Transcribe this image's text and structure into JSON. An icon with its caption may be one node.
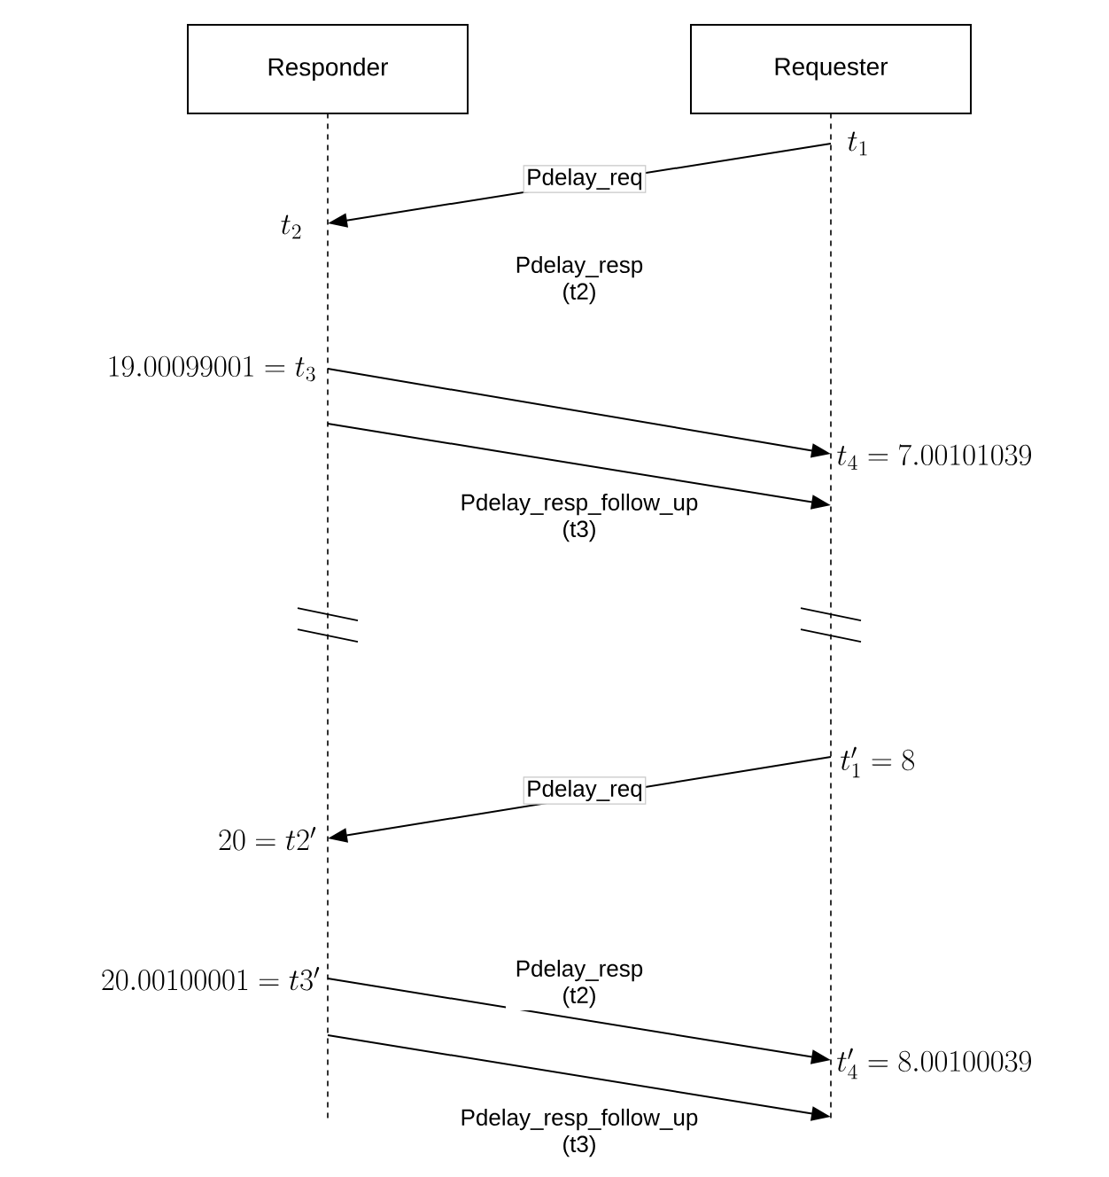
{
  "diagram": {
    "nodes": [
      {
        "text": [
          "Responder"
        ]
      },
      {
        "text": [
          "Requester"
        ]
      },
      {
        "text": [],
        "shape": "line"
      },
      {
        "text": [],
        "shape": "line"
      }
    ],
    "edges": [
      {
        "from": 3,
        "to": 2,
        "arrow": "to",
        "label": "Pdelay_req"
      },
      {
        "from": 2,
        "to": 3,
        "arrow": "to",
        "label": "Pdelay_resp (t2)"
      },
      {
        "from": 2,
        "to": 3,
        "arrow": "to",
        "label": "Pdelay_resp_follow_up (t3)"
      },
      {
        "from": 3,
        "to": 2,
        "arrow": "to",
        "label": "Pdelay_req"
      },
      {
        "from": 2,
        "to": 3,
        "arrow": "to",
        "label": "Pdelay_resp (t2)"
      },
      {
        "from": 2,
        "to": 3,
        "arrow": "to",
        "label": "Pdelay_resp_follow_up (t3)"
      }
    ],
    "labels": [
      "t_1",
      "t_2",
      "19.00099001 = t_3",
      "t_4 = 7.00101039",
      "t_1' = 8",
      "20 = t2'",
      "20.00100001 = t3'",
      "t_4' = 8.00100039"
    ]
  }
}
